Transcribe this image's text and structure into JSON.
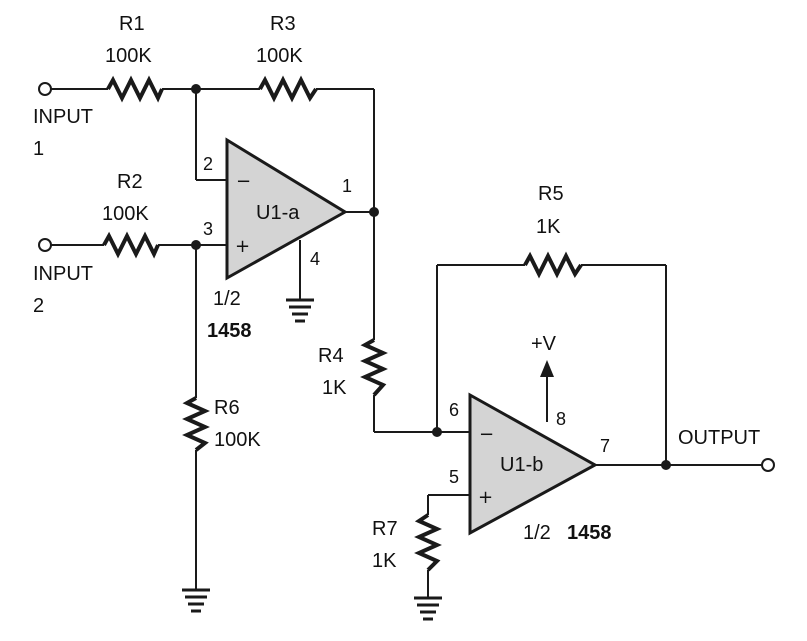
{
  "inputs": {
    "input1_line1": "INPUT",
    "input1_line2": "1",
    "input2_line1": "INPUT",
    "input2_line2": "2"
  },
  "output": {
    "label": "OUTPUT"
  },
  "resistors": {
    "r1": {
      "name": "R1",
      "value": "100K"
    },
    "r2": {
      "name": "R2",
      "value": "100K"
    },
    "r3": {
      "name": "R3",
      "value": "100K"
    },
    "r4": {
      "name": "R4",
      "value": "1K"
    },
    "r5": {
      "name": "R5",
      "value": "1K"
    },
    "r6": {
      "name": "R6",
      "value": "100K"
    },
    "r7": {
      "name": "R7",
      "value": "1K"
    }
  },
  "opamp_a": {
    "name": "U1-a",
    "part_fraction": "1/2",
    "part_number": "1458",
    "pin_inv": "2",
    "pin_noninv": "3",
    "pin_out": "1",
    "pin_gnd": "4",
    "minus": "−",
    "plus": "+"
  },
  "opamp_b": {
    "name": "U1-b",
    "part_fraction": "1/2",
    "part_number": "1458",
    "pin_inv": "6",
    "pin_noninv": "5",
    "pin_out": "7",
    "pin_vcc": "8",
    "minus": "−",
    "plus": "+"
  },
  "supply": {
    "label": "+V"
  }
}
